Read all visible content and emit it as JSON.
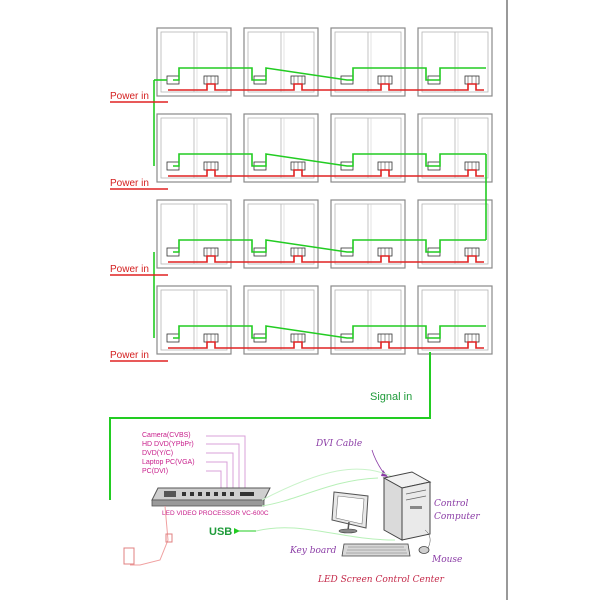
{
  "labels": {
    "power_in": "Power in",
    "signal_in": "Signal in",
    "usb": "USB",
    "dvi_cable": "DVI Cable",
    "control_computer_line1": "Control",
    "control_computer_line2": "Computer",
    "keyboard": "Key board",
    "mouse": "Mouse",
    "control_center": "LED Screen Control Center",
    "processor": "LED VIDEO PROCESSOR  VC-600C"
  },
  "sources": [
    "Camera(CVBS)",
    "HD DVD(YPbPr)",
    "DVD(Y/C)",
    "Laptop PC(VGA)",
    "PC(DVI)"
  ],
  "grid": {
    "rows": 4,
    "cols": 4
  },
  "colors": {
    "power": "#e02222",
    "signal": "#22cc22",
    "source_lines": "#d47ad4",
    "panel_border": "#8a8a8a",
    "label_red": "#d42020",
    "label_green": "#1f9b3a"
  }
}
